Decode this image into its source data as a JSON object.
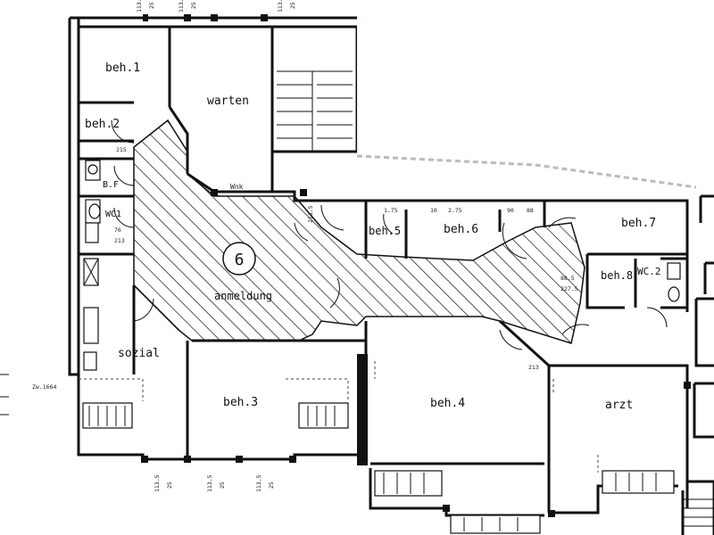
{
  "rooms": {
    "beh1": "beh.1",
    "beh2": "beh.2",
    "warten": "warten",
    "wc_a": "B.F",
    "wc1": "WC1",
    "beh5": "beh.5",
    "beh6": "beh.6",
    "beh7": "beh.7",
    "beh8": "beh.8",
    "wc2": "WC.2",
    "anmeldung": "anmeldung",
    "sozial": "sozial",
    "beh3": "beh.3",
    "beh4": "beh.4",
    "arzt": "arzt",
    "wnk": "Wnk"
  },
  "marker": {
    "number": "6"
  },
  "dims": {
    "top_1": "113.5",
    "top_2": "25",
    "top_3": "113.5",
    "top_4": "25",
    "top_5": "113.5",
    "top_6": "25",
    "bottom_1": "113.5",
    "bottom_2": "25",
    "bottom_3": "113.5",
    "bottom_4": "25",
    "bottom_5": "113.5",
    "bottom_6": "25",
    "d_1_75": "1.75",
    "d_10": "10",
    "d_2_75": "2.75",
    "d_90": "90",
    "d_88": "88",
    "door_76": "76",
    "door_213": "213",
    "door_215": "215",
    "door_88_5": "88.5",
    "door_227_5": "227.5",
    "door_213_5": "213.5",
    "level": "Zw.1664"
  },
  "colors": {
    "ink": "#111111",
    "paper": "#ffffff"
  }
}
